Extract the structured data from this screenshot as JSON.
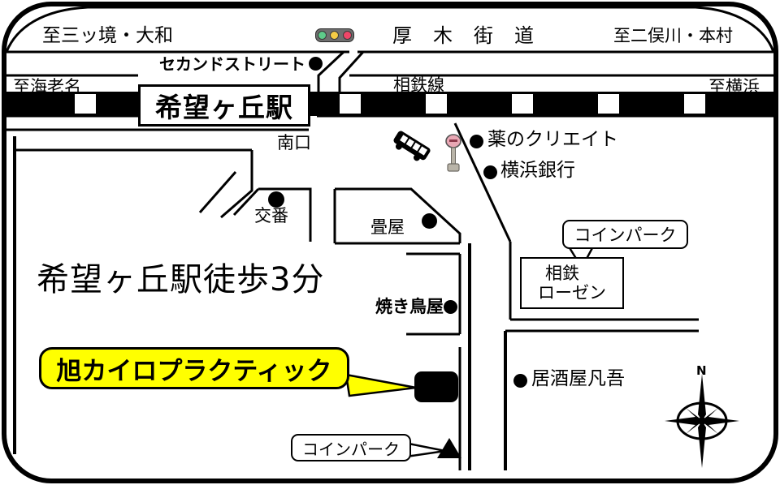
{
  "map": {
    "title_note": "希望ヶ丘駅徒歩3分",
    "business_callout": "旭カイロプラクティック",
    "compass_label": "N",
    "colors": {
      "highlight_fill": "#ffff00",
      "outline": "#000000",
      "background": "#ffffff",
      "signal_green": "#5ecb8a",
      "signal_yellow": "#f5cc45",
      "signal_red": "#ef4668",
      "busstop_sign": "#e8a7b4"
    },
    "roads": [
      {
        "name": "厚木街道",
        "label": "厚　木　街　道"
      },
      {
        "name": "相鉄線",
        "label": "相鉄線"
      }
    ],
    "direction_signs": [
      {
        "label": "至三ッ境・大和",
        "position": "top-left"
      },
      {
        "label": "至二俣川・本村",
        "position": "top-right"
      },
      {
        "label": "至海老名",
        "position": "mid-left"
      },
      {
        "label": "至横浜",
        "position": "mid-right"
      }
    ],
    "station": {
      "name": "希望ヶ丘駅",
      "exit": "南口"
    },
    "pois": [
      {
        "label": "セカンドストリート",
        "marker": "dot"
      },
      {
        "label": "薬のクリエイト",
        "marker": "dot"
      },
      {
        "label": "横浜銀行",
        "marker": "dot"
      },
      {
        "label": "交番",
        "marker": "dot"
      },
      {
        "label": "畳屋",
        "marker": "dot"
      },
      {
        "label": "焼き鳥屋",
        "marker": "dot"
      },
      {
        "label": "居酒屋凡吾",
        "marker": "dot"
      },
      {
        "label": "相鉄",
        "marker": "triangle"
      },
      {
        "label": "ローゼン",
        "marker": "none"
      }
    ],
    "parking_callouts": [
      {
        "label": "コインパーク",
        "target": "相鉄ローゼン"
      },
      {
        "label": "コインパーク",
        "target": "south-lot"
      }
    ],
    "store_box": {
      "line1": "相鉄",
      "line2": "ローゼン"
    },
    "icons": [
      {
        "name": "traffic-light-icon"
      },
      {
        "name": "bus-icon"
      },
      {
        "name": "bus-stop-icon"
      },
      {
        "name": "compass-rose-icon"
      },
      {
        "name": "building-marker-icon"
      }
    ]
  }
}
